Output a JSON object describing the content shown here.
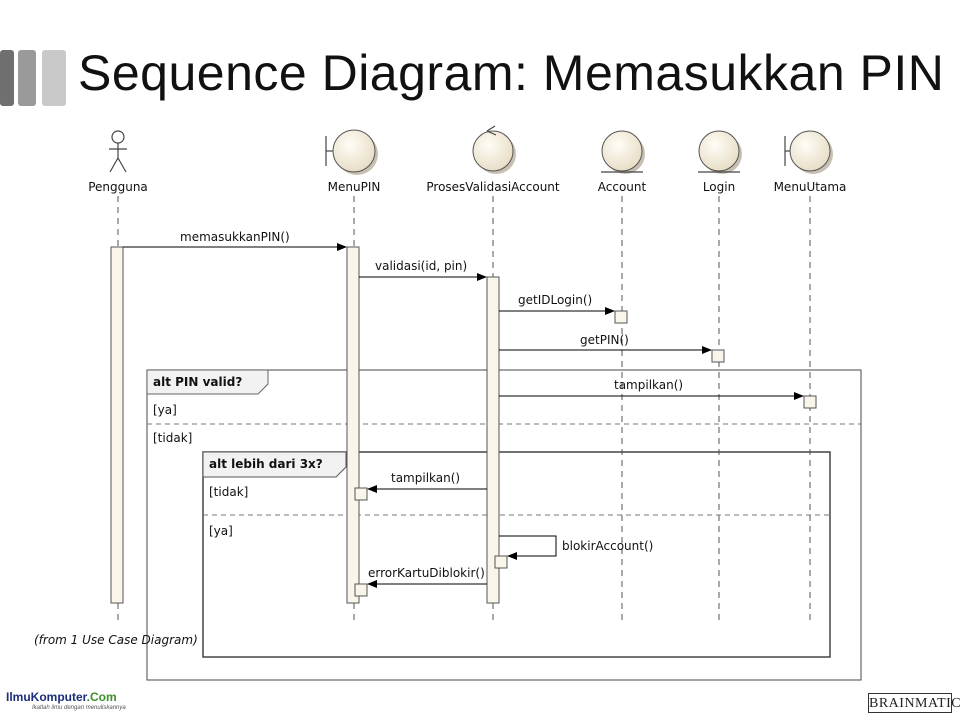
{
  "slide": {
    "title": "Sequence Diagram: Memasukkan PIN",
    "accent_colors": [
      "#6f6f6f",
      "#9a9a9a",
      "#c9c9c9"
    ]
  },
  "diagram": {
    "lifelines": {
      "pengguna": "Pengguna",
      "menupin": "MenuPIN",
      "proses": "ProsesValidasiAccount",
      "account": "Account",
      "login": "Login",
      "menuutama": "MenuUtama"
    },
    "messages": {
      "m1": "memasukkanPIN()",
      "m2": "validasi(id, pin)",
      "m3": "getIDLogin()",
      "m4": "getPIN()",
      "m5": "tampilkan()",
      "m6": "tampilkan()",
      "m7": "blokirAccount()",
      "m8": "errorKartuDiblokir()"
    },
    "fragments": {
      "outer_label": "alt PIN valid?",
      "outer_guard1": "[ya]",
      "outer_guard2": "[tidak]",
      "inner_label": "alt lebih dari 3x?",
      "inner_guard1": "[tidak]",
      "inner_guard2": "[ya]"
    },
    "note": "(from 1 Use Case Diagram)"
  },
  "footer": {
    "left_brand": "IlmuKomputer",
    "left_brand_suffix": ".Com",
    "left_tagline": "Ikatlah ilmu dengan menuliskannya",
    "right_brand": "BRAINMATICS"
  }
}
